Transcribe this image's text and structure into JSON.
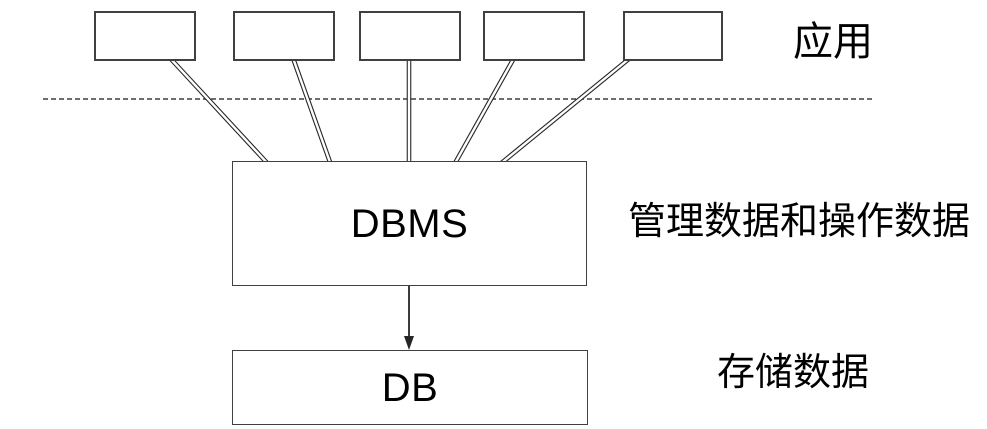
{
  "boxes": {
    "app_box_count": 5,
    "dbms_label": "DBMS",
    "db_label": "DB"
  },
  "annotations": {
    "apps_label": "应用",
    "dbms_label": "管理数据和操作数据",
    "db_label": "存储数据"
  },
  "colors": {
    "box_border": "#404040",
    "connector": "#262626",
    "dashed_line": "#595959",
    "text_color": "#000000"
  }
}
